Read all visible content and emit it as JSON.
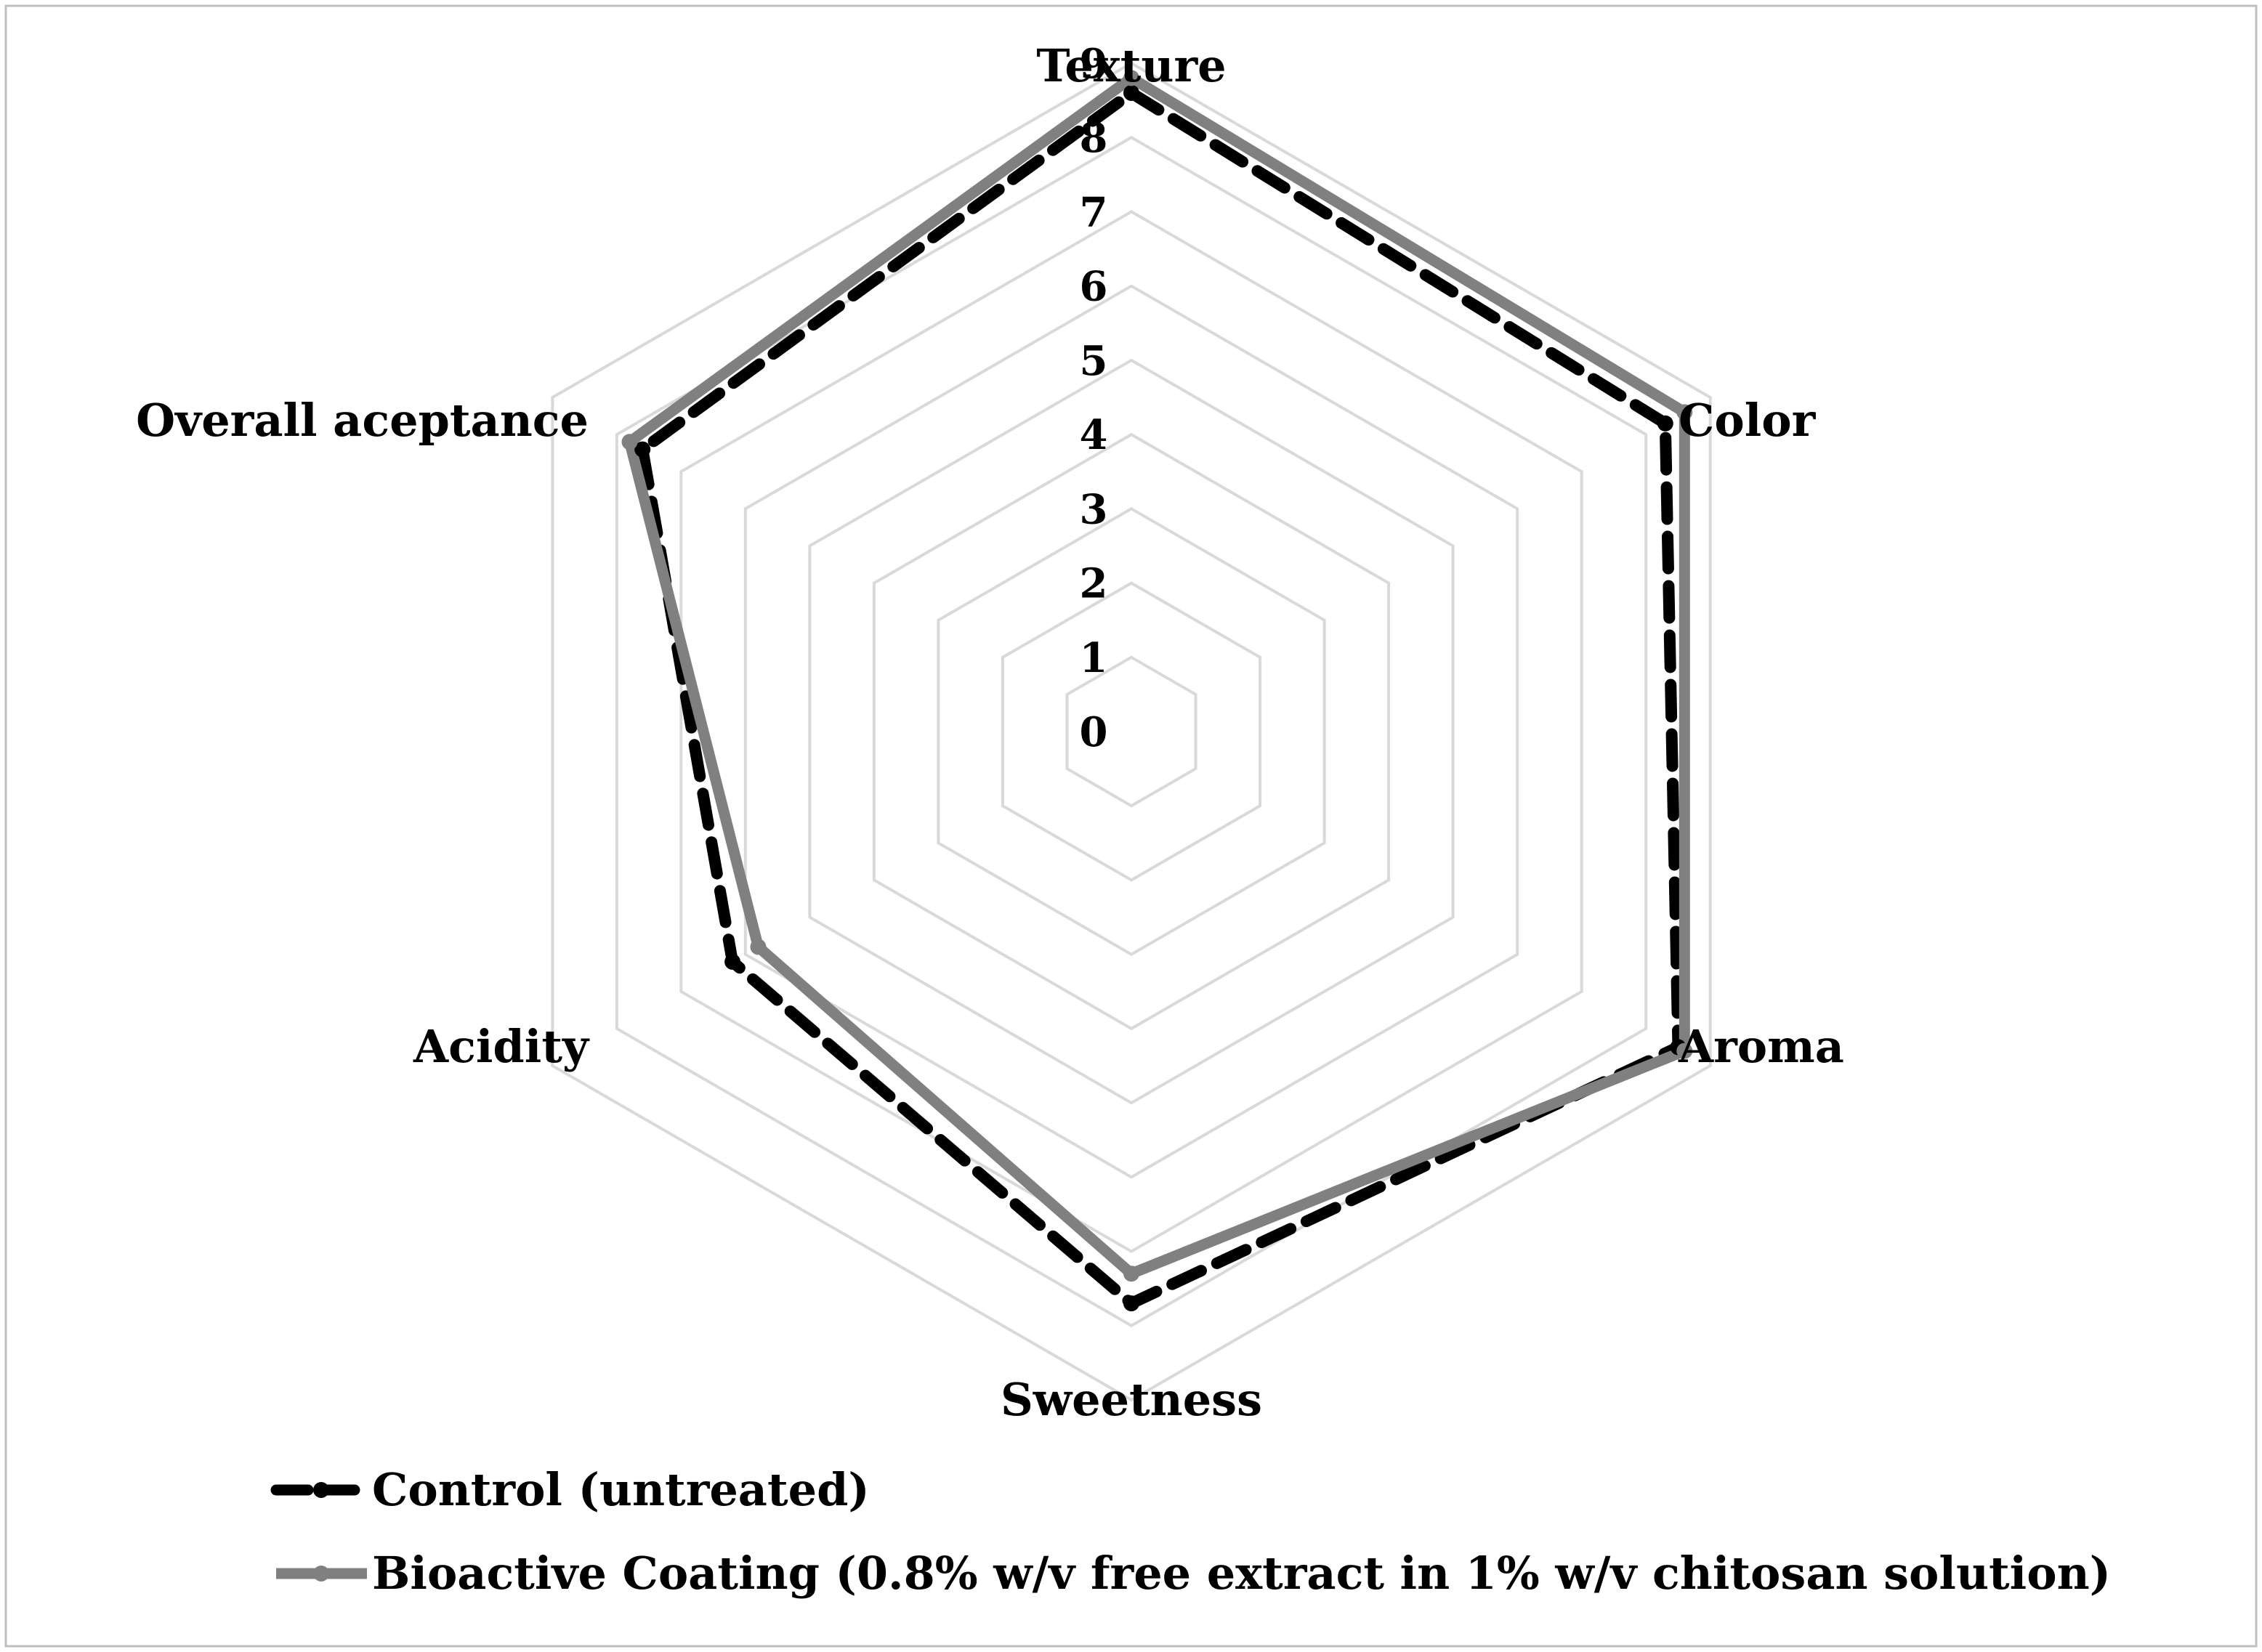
{
  "chart_data": {
    "type": "radar",
    "title": "",
    "axes": [
      "Texture",
      "Color",
      "Aroma",
      "Sweetness",
      "Acidity",
      "Overall aceptance"
    ],
    "range": [
      0,
      9
    ],
    "ticks": [
      "0",
      "1",
      "2",
      "3",
      "4",
      "5",
      "6",
      "7",
      "8",
      "9"
    ],
    "grid": true,
    "legend_position": "bottom-left",
    "series": [
      {
        "name": "Control (untreated)",
        "values": [
          8.6,
          8.3,
          8.5,
          7.7,
          6.2,
          7.6
        ],
        "color": "#000000",
        "line_style": "dashed"
      },
      {
        "name": "Bioactive Coating (0.8% w/v free extract in 1% w/v chitosan solution)",
        "values": [
          8.8,
          8.6,
          8.6,
          7.3,
          5.8,
          7.8
        ],
        "color": "#808080",
        "line_style": "solid"
      }
    ]
  }
}
